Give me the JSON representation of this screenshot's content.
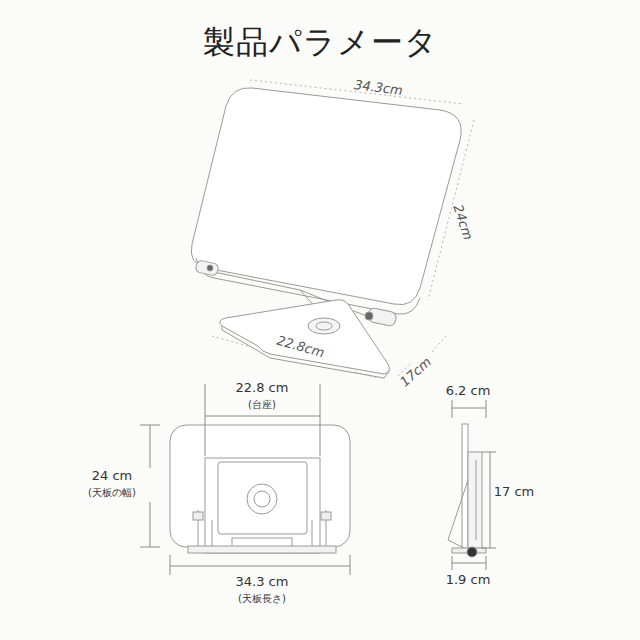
{
  "diagram": {
    "title": "製品パラメータ",
    "labels": [
      "34.3cm",
      "24cm",
      "22.8cm",
      "17cm",
      "22.8 cm",
      "(台座)",
      "24 cm",
      "(天板の幅)",
      "34.3 cm",
      "(天板長さ)",
      "6.2 cm",
      "17 cm",
      "1.9 cm"
    ]
  }
}
